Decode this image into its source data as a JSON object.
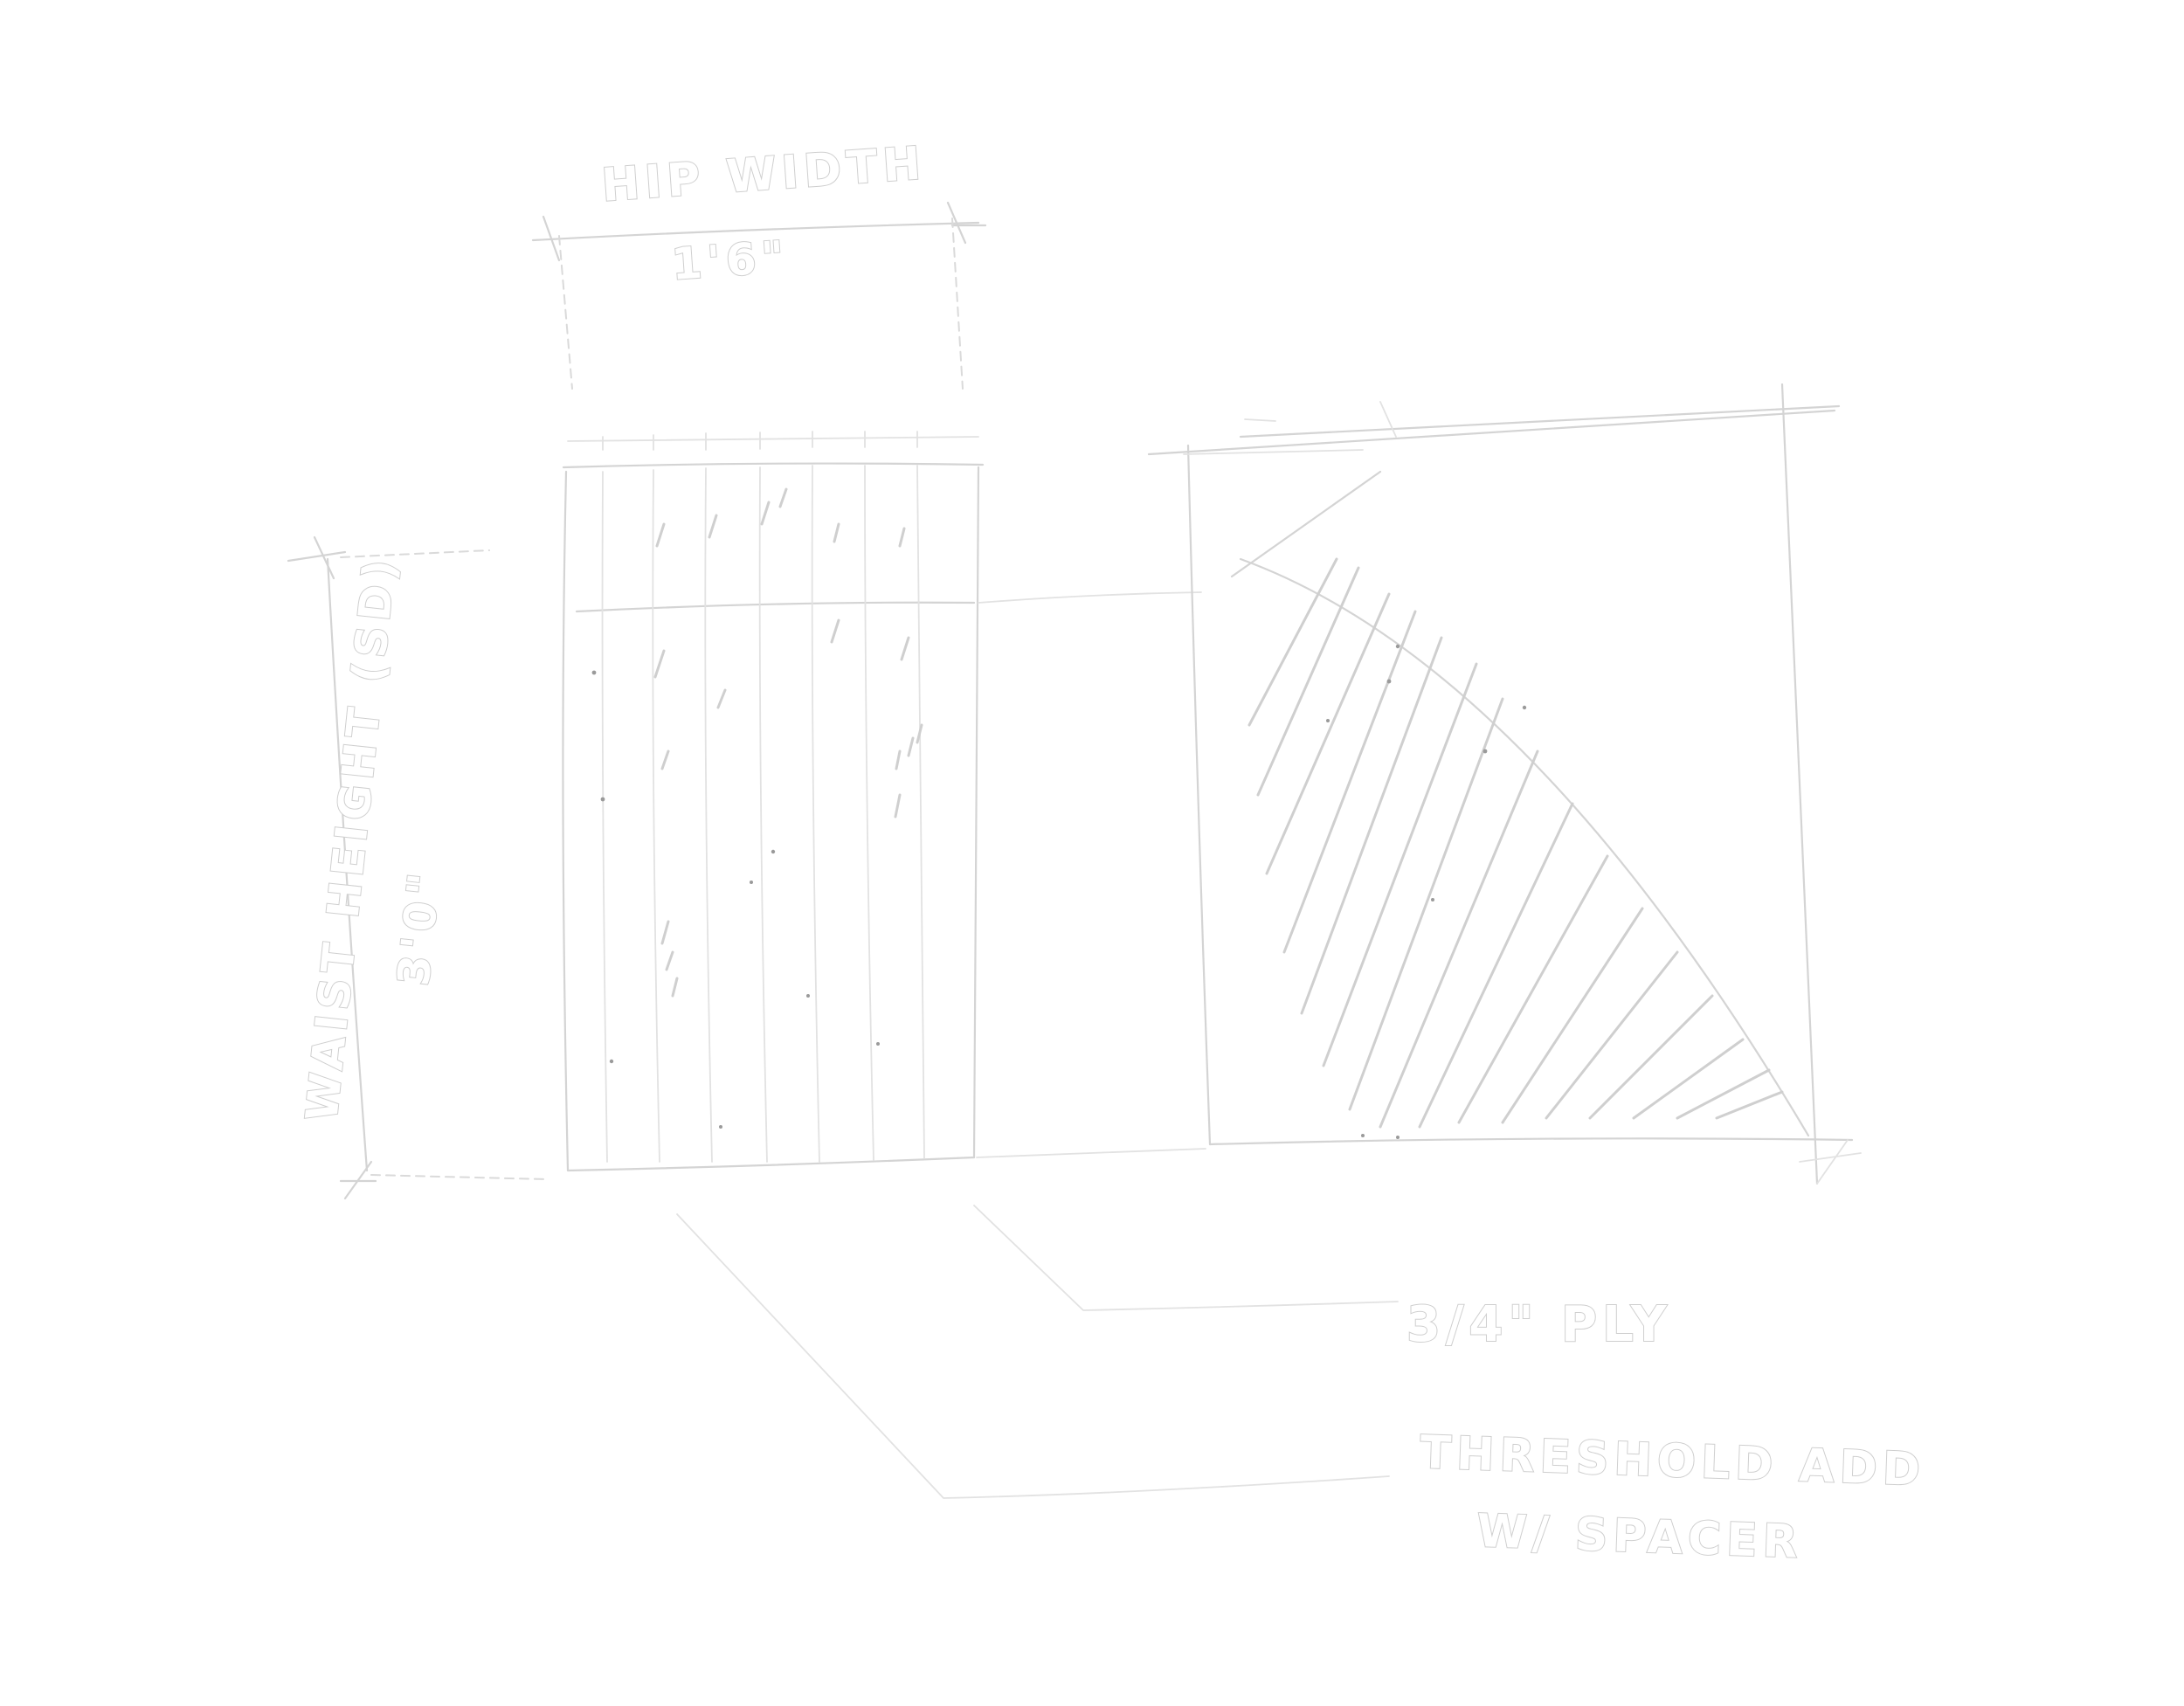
{
  "labels": {
    "hip_width_title": "HIP WIDTH",
    "hip_width_value": "1'6\"",
    "waist_height_title": "WAIST HEIGHT (SD)",
    "waist_height_value": "3'0\"",
    "plywood_note": "3/4\" PLY",
    "threshold_note_line1": "THRESHOLD ADD",
    "threshold_note_line2": "W/ SPACER"
  },
  "colors": {
    "background": "#ffffff",
    "line": "#d4d4d4",
    "hatch": "#cfcfcf"
  }
}
